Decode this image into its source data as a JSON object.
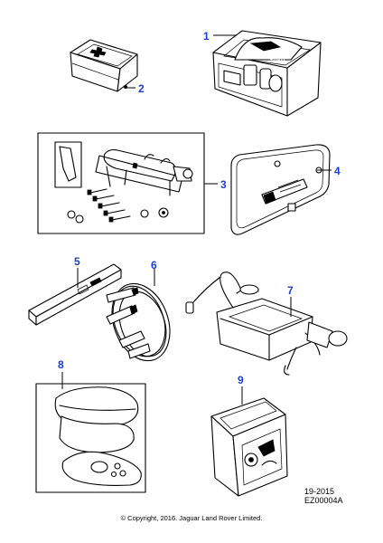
{
  "callouts": [
    {
      "id": 1,
      "label": "1"
    },
    {
      "id": 2,
      "label": "2"
    },
    {
      "id": 3,
      "label": "3"
    },
    {
      "id": 4,
      "label": "4"
    },
    {
      "id": 5,
      "label": "5"
    },
    {
      "id": 6,
      "label": "6"
    },
    {
      "id": 7,
      "label": "7"
    },
    {
      "id": 8,
      "label": "8"
    },
    {
      "id": 9,
      "label": "9"
    }
  ],
  "box_lettering": "JAGUAR",
  "reference": {
    "line1": "19-2015",
    "line2": "EZ00004A"
  },
  "copyright": "© Copyright, 2016. Jaguar Land Rover Limited.",
  "colors": {
    "callout": "#1a3fd6",
    "line": "#000000",
    "background": "#ffffff"
  }
}
